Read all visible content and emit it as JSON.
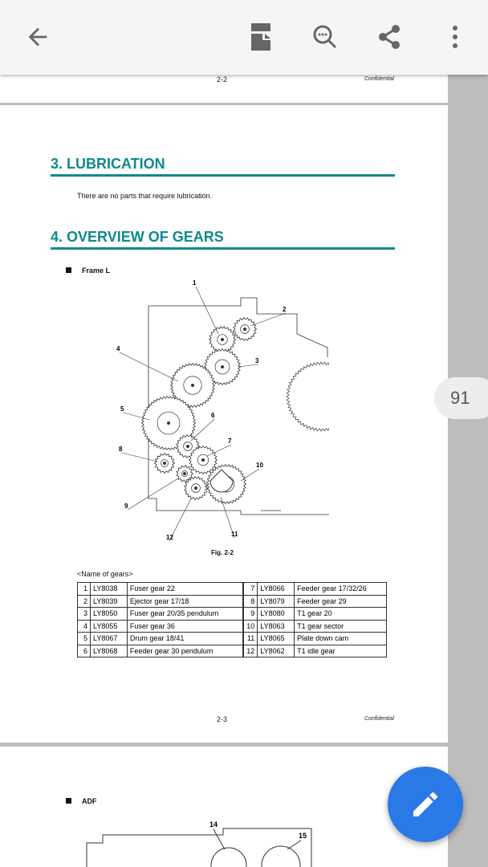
{
  "toolbar": {
    "back": "back-icon",
    "icons": [
      "reading-mode-icon",
      "search-icon",
      "share-icon",
      "more-icon"
    ]
  },
  "page_prev": {
    "page_number": "2-2",
    "confidential": "Confidential"
  },
  "page_main": {
    "section3_title": "3.   LUBRICATION",
    "section3_text": "There are no parts that require lubrication.",
    "section4_title": "4.   OVERVIEW OF GEARS",
    "subsection": "Frame L",
    "figure_labels": [
      "1",
      "2",
      "3",
      "4",
      "5",
      "6",
      "7",
      "8",
      "9",
      "10",
      "11",
      "12"
    ],
    "figure_caption": "Fig. 2-2",
    "table_caption": "<Name of gears>",
    "gears": [
      {
        "no": "1",
        "code": "LY8038",
        "name": "Fuser gear 22"
      },
      {
        "no": "2",
        "code": "LY8039",
        "name": "Ejector gear 17/18"
      },
      {
        "no": "3",
        "code": "LY8050",
        "name": "Fuser gear 20/35 pendulum"
      },
      {
        "no": "4",
        "code": "LY8055",
        "name": "Fuser gear 36"
      },
      {
        "no": "5",
        "code": "LY8067",
        "name": "Drum gear 18/41"
      },
      {
        "no": "6",
        "code": "LY8068",
        "name": "Feeder gear 30 pendulum"
      },
      {
        "no": "7",
        "code": "LY8066",
        "name": "Feeder gear 17/32/26"
      },
      {
        "no": "8",
        "code": "LY8079",
        "name": "Feeder gear 29"
      },
      {
        "no": "9",
        "code": "LY8080",
        "name": "T1 gear 20"
      },
      {
        "no": "10",
        "code": "LY8063",
        "name": "T1 gear sector"
      },
      {
        "no": "11",
        "code": "LY8065",
        "name": "Plate down cam"
      },
      {
        "no": "12",
        "code": "LY8062",
        "name": "T1 idle gear"
      }
    ],
    "page_number": "2-3",
    "confidential": "Confidential"
  },
  "page_next": {
    "subsection": "ADF",
    "figure_labels": [
      "14",
      "15"
    ]
  },
  "page_indicator": "91",
  "fab": "edit-icon"
}
